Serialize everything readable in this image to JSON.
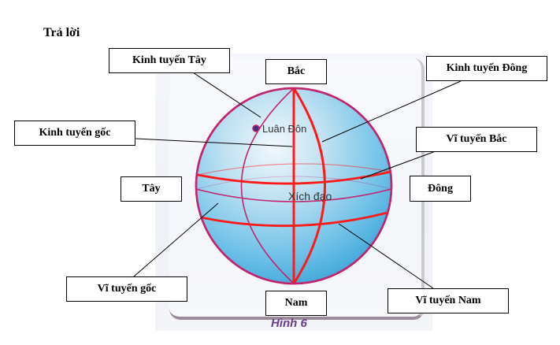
{
  "heading": "Trả lời",
  "figure": {
    "caption": "Hình 6",
    "globe_labels": {
      "city": "Luân Đôn",
      "equator": "Xích đạo"
    }
  },
  "labels": {
    "west_meridian": "Kinh tuyến Tây",
    "prime_meridian": "Kinh tuyến gốc",
    "north": "Bắc",
    "east_meridian": "Kinh tuyến Đông",
    "north_parallel": "Vĩ tuyến Bắc",
    "west": "Tây",
    "east": "Đông",
    "equator_parallel": "Vĩ tuyến gốc",
    "south": "Nam",
    "south_parallel": "Vĩ tuyến Nam"
  },
  "colors": {
    "globe_fill": "#5bb7e3",
    "globe_outline": "#c2246e",
    "highlight_lines": "#ff1a1a",
    "leader_lines": "#000000"
  }
}
